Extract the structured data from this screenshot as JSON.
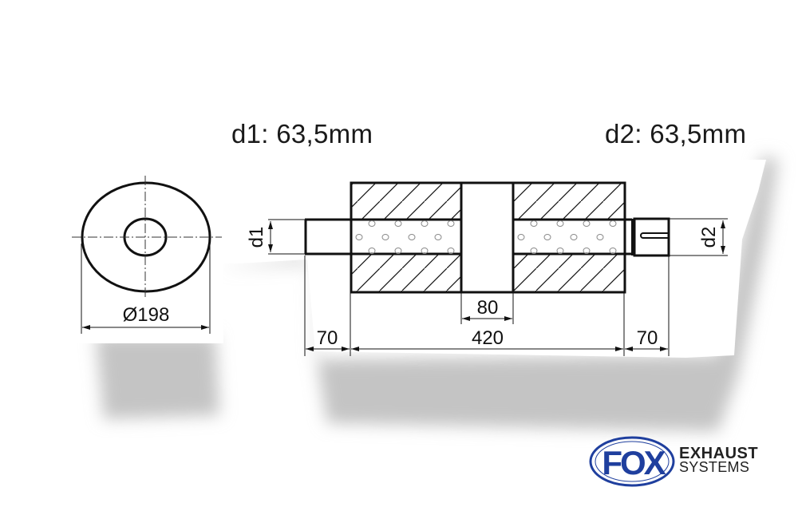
{
  "header": {
    "d1_label": "d1: 63,5mm",
    "d2_label": "d2: 63,5mm"
  },
  "drawing": {
    "front_view": {
      "diameter_label": "Ø198"
    },
    "side_view": {
      "inlet_label": "d1",
      "outlet_label": "d2",
      "gap_dimension": "80",
      "body_length": "420",
      "inlet_pipe_length": "70",
      "outlet_pipe_length": "70"
    }
  },
  "logo": {
    "mark": "FOX",
    "line1": "EXHAUST",
    "line2": "SYSTEMS",
    "brand_color": "#1f3f9e"
  },
  "colors": {
    "line": "#111111",
    "shadow": "#c8c8c8",
    "perforation": "#8a8a8a"
  }
}
